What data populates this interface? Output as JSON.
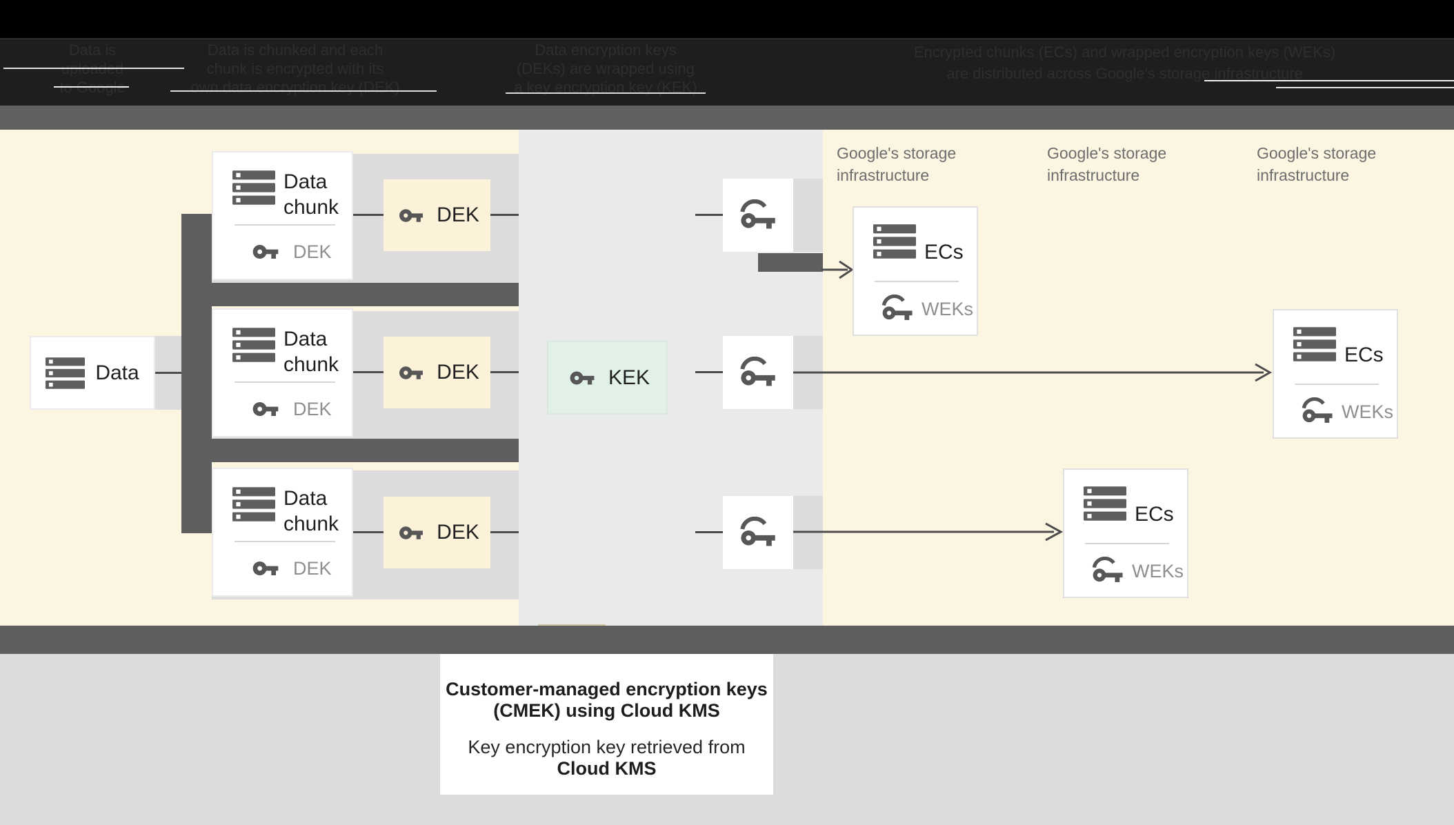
{
  "header": {
    "columns": [
      {
        "lines": [
          "Data is",
          "uploaded",
          "to Google"
        ]
      },
      {
        "lines": [
          "Data is chunked and each",
          "chunk is encrypted with its",
          "own data encryption key (DEK)"
        ]
      },
      {
        "lines": [
          "Data encryption keys",
          "(DEKs) are wrapped using",
          "a key encryption key (KEK)"
        ]
      },
      {
        "lines": [
          "Encrypted chunks (ECs) and wrapped encryption keys (WEKs)",
          "are distributed across Google's storage infrastructure"
        ]
      }
    ]
  },
  "diagram": {
    "data_box": {
      "label": "Data"
    },
    "chunk_cards": [
      {
        "title_line1": "Data",
        "title_line2": "chunk",
        "key_label": "DEK"
      },
      {
        "title_line1": "Data",
        "title_line2": "chunk",
        "key_label": "DEK"
      },
      {
        "title_line1": "Data",
        "title_line2": "chunk",
        "key_label": "DEK"
      }
    ],
    "dek_boxes": [
      {
        "label": "DEK"
      },
      {
        "label": "DEK"
      },
      {
        "label": "DEK"
      }
    ],
    "kek_box": {
      "label": "KEK"
    },
    "storage_zone_labels": [
      {
        "line1": "Google's storage",
        "line2": "infrastructure"
      },
      {
        "line1": "Google's storage",
        "line2": "infrastructure"
      },
      {
        "line1": "Google's storage",
        "line2": "infrastructure"
      }
    ],
    "ec_cards": [
      {
        "title": "ECs",
        "key_label": "WEKs"
      },
      {
        "title": "ECs",
        "key_label": "WEKs"
      },
      {
        "title": "ECs",
        "key_label": "WEKs"
      }
    ]
  },
  "caption": {
    "line1": "Customer-managed encryption keys",
    "line2": "(CMEK) using Cloud KMS",
    "line3": "Key encryption key retrieved from",
    "line4": "Cloud KMS"
  },
  "colors": {
    "header_bg": "#000000",
    "header_band_bg": "#1e1e1e",
    "separator_gray": "#606060",
    "connector_dark": "#5e5e5e",
    "zone_cream": "#fbf5e2",
    "zone_kms": "#e8ebea",
    "row_gray": "#dcdcdc",
    "dek_box_cream": "#fbf2d9",
    "kek_box_green": "#e2f1e8",
    "card_white": "#ffffff",
    "icon_gray": "#575757",
    "label_dark": "#1f1f1f",
    "label_gray": "#8e8e8e",
    "zone_label_gray": "#6d6d6d",
    "bottom_gray": "#dcdcdc",
    "arrow": "#4c4c4c"
  }
}
